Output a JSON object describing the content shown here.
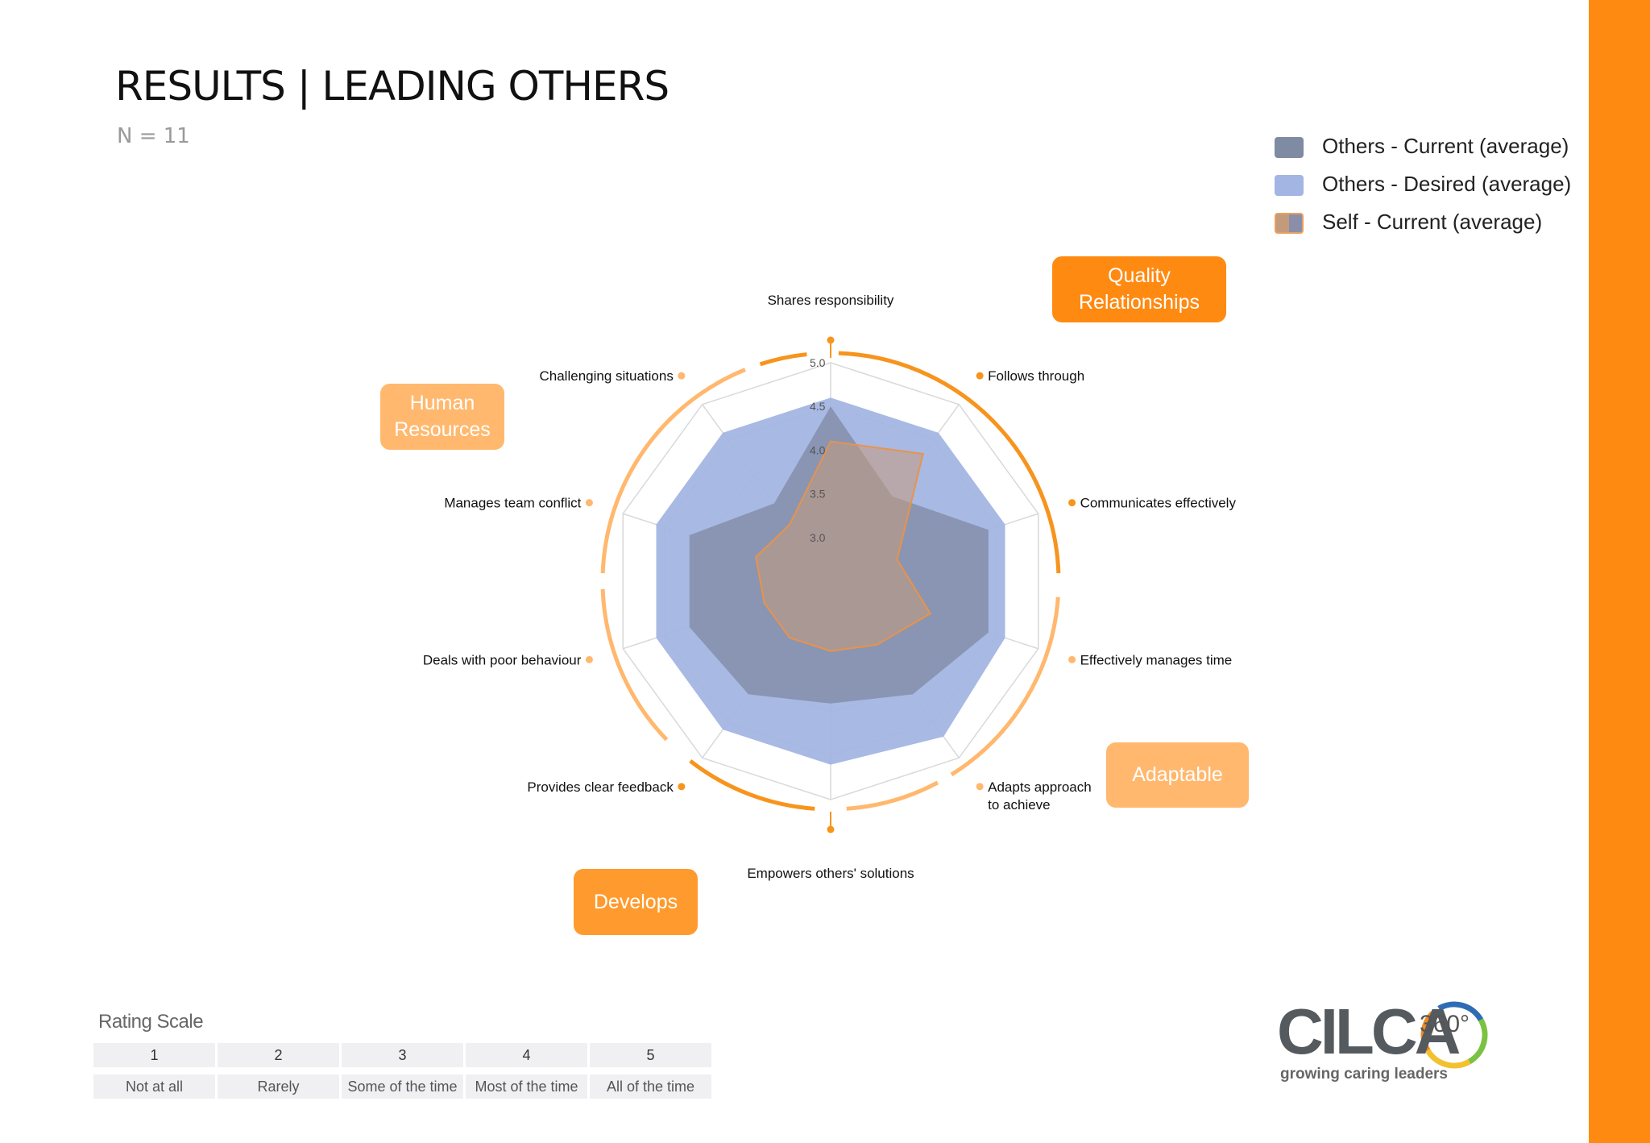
{
  "page": {
    "title": "RESULTS | LEADING OTHERS",
    "subtitle": "N = 11"
  },
  "legend": {
    "items": [
      {
        "label": "Others - Current (average)",
        "color": "#7f8aa3"
      },
      {
        "label": "Others - Desired (average)",
        "color": "#a3b5e3"
      },
      {
        "label": "Self -  Current (average)",
        "color": "#c49a7c"
      }
    ]
  },
  "categories": [
    {
      "label": "Quality\nRelationships",
      "color": "#FF8A12"
    },
    {
      "label": "Human\nResources",
      "color": "#FFB86E"
    },
    {
      "label": "Adaptable",
      "color": "#FFB86E"
    },
    {
      "label": "Develops",
      "color": "#FF9B2E"
    }
  ],
  "chart_data": {
    "type": "radar",
    "axes": [
      "Shares responsibility",
      "Follows through",
      "Communicates effectively",
      "Effectively manages time",
      "Adapts approach\nto achieve",
      "Empowers others' solutions",
      "Provides clear feedback",
      "Deals with poor behaviour",
      "Manages team conflict",
      "Challenging situations"
    ],
    "rlim": [
      2.5,
      5.0
    ],
    "ticks": [
      "3.0",
      "3.5",
      "4.0",
      "4.5",
      "5.0"
    ],
    "series": [
      {
        "name": "Others - Desired (average)",
        "color": "#a3b5e3",
        "values": [
          4.6,
          4.6,
          4.6,
          4.6,
          4.7,
          4.6,
          4.6,
          4.6,
          4.6,
          4.6
        ]
      },
      {
        "name": "Others - Current (average)",
        "color": "#7f8aa3",
        "values": [
          4.5,
          3.7,
          4.4,
          4.4,
          4.1,
          3.9,
          4.1,
          4.2,
          4.2,
          3.6
        ]
      },
      {
        "name": "Self -  Current (average)",
        "color": "#c49a7c",
        "values": [
          4.1,
          4.3,
          3.3,
          3.7,
          3.4,
          3.3,
          3.3,
          3.3,
          3.4,
          3.3
        ]
      }
    ]
  },
  "rating_scale": {
    "title": "Rating Scale",
    "numbers": [
      "1",
      "2",
      "3",
      "4",
      "5"
    ],
    "labels": [
      "Not at all",
      "Rarely",
      "Some of the time",
      "Most of the time",
      "All of the time"
    ]
  },
  "logo": {
    "name": "CILCA",
    "mark": "360°",
    "tagline": "growing caring leaders"
  }
}
